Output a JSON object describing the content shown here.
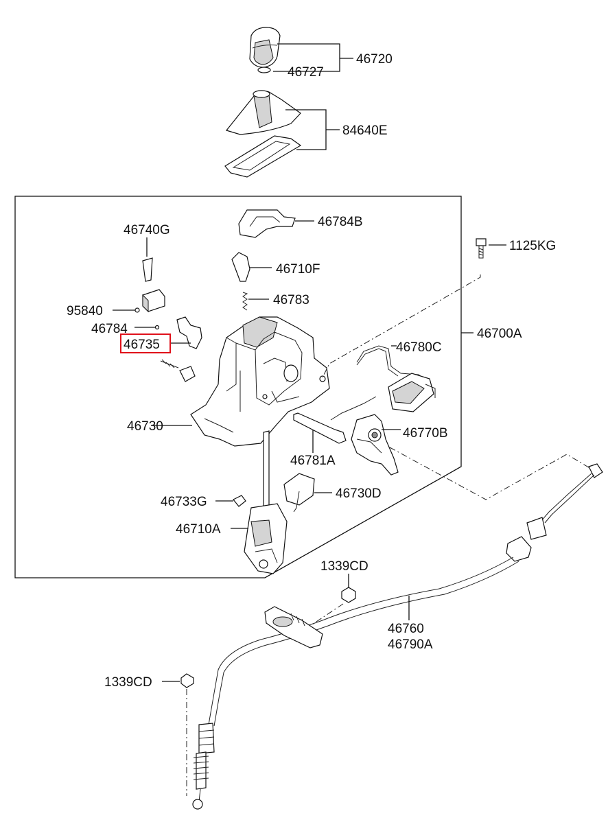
{
  "diagram": {
    "labels": {
      "p46720": "46720",
      "p46727": "46727",
      "p84640e": "84640E",
      "p46784b": "46784B",
      "p46740g": "46740G",
      "p1125kg": "1125KG",
      "p46710f": "46710F",
      "p46783": "46783",
      "p95840": "95840",
      "p46784": "46784",
      "p46735": "46735",
      "p46780c": "46780C",
      "p46700a": "46700A",
      "p46730": "46730",
      "p46770b": "46770B",
      "p46781a": "46781A",
      "p46733g": "46733G",
      "p46730d": "46730D",
      "p46710a": "46710A",
      "p1339cd_top": "1339CD",
      "p46760": "46760",
      "p46790a": "46790A",
      "p1339cd_bottom": "1339CD"
    },
    "highlighted_part": "46735",
    "highlight_color": "#e0101a"
  }
}
